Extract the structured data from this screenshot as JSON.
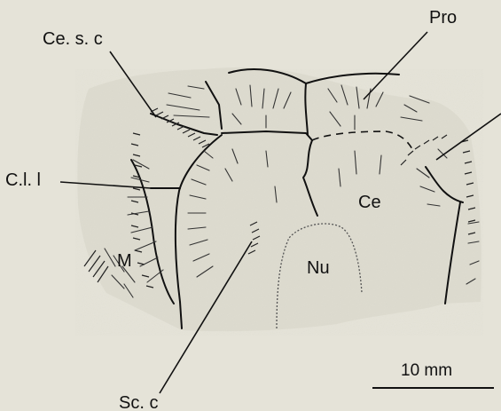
{
  "labels": {
    "ce_s_c": "Ce. s. c",
    "pro": "Pro",
    "c_l_l": "C.l. l",
    "ce": "Ce",
    "m": "M",
    "nu": "Nu",
    "sc_c": "Sc. c"
  },
  "scale_bar": {
    "label": "10 mm"
  },
  "colors": {
    "background": "#e5e3d8",
    "ink": "#111111"
  }
}
